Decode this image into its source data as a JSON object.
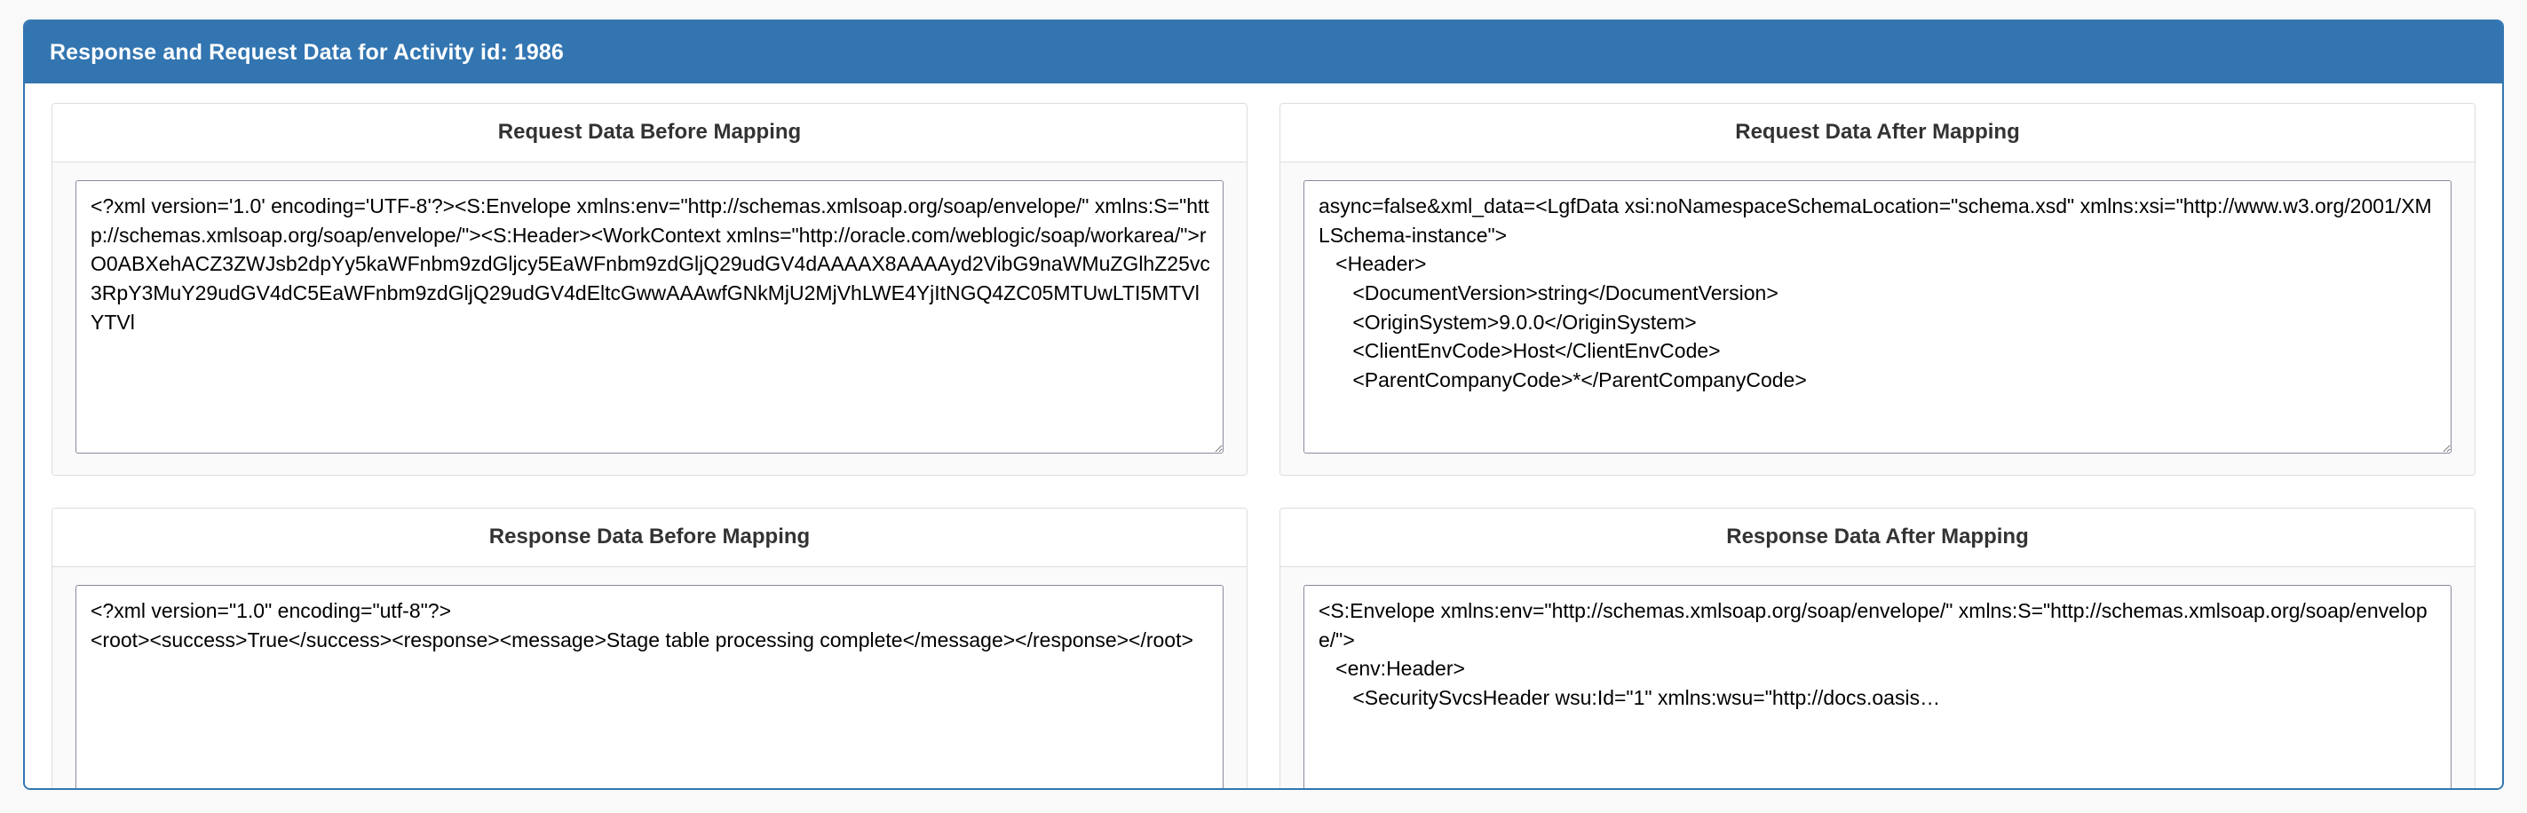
{
  "panel": {
    "title": "Response and Request Data for Activity id: 1986",
    "accent_color": "#3275B1",
    "header_text_color": "#ffffff",
    "border_color": "#3275B1"
  },
  "cards": [
    {
      "id": "request-before",
      "title": "Request Data Before Mapping",
      "value": "<?xml version='1.0' encoding='UTF-8'?><S:Envelope xmlns:env=\"http://schemas.xmlsoap.org/soap/envelope/\" xmlns:S=\"http://schemas.xmlsoap.org/soap/envelope/\"><S:Header><WorkContext xmlns=\"http://oracle.com/weblogic/soap/workarea/\">rO0ABXehACZ3ZWJsb2dpYy5kaWFnbm9zdGljcy5EaWFnbm9zdGljQ29udGV4dAAAAX8AAAAyd2VibG9naWMuZGlhZ25vc3RpY3MuY29udGV4dC5EaWFnbm9zdGljQ29udGV4dEltcGwwAAAwfGNkMjU2MjVhLWE4YjItNGQ4ZC05MTUwLTI5MTVlYTVl"
    },
    {
      "id": "request-after",
      "title": "Request Data After Mapping",
      "value": "async=false&xml_data=<LgfData xsi:noNamespaceSchemaLocation=\"schema.xsd\" xmlns:xsi=\"http://www.w3.org/2001/XMLSchema-instance\">\n   <Header>\n      <DocumentVersion>string</DocumentVersion>\n      <OriginSystem>9.0.0</OriginSystem>\n      <ClientEnvCode>Host</ClientEnvCode>\n      <ParentCompanyCode>*</ParentCompanyCode>"
    },
    {
      "id": "response-before",
      "title": "Response Data Before Mapping",
      "value": "<?xml version=\"1.0\" encoding=\"utf-8\"?>\n<root><success>True</success><response><message>Stage table processing complete</message></response></root>"
    },
    {
      "id": "response-after",
      "title": "Response Data After Mapping",
      "value": "<S:Envelope xmlns:env=\"http://schemas.xmlsoap.org/soap/envelope/\" xmlns:S=\"http://schemas.xmlsoap.org/soap/envelope/\">\n   <env:Header>\n      <SecuritySvcsHeader wsu:Id=\"1\" xmlns:wsu=\"http://docs.oasis…"
    }
  ],
  "icons": {
    "resize_handle": "resize-handle-icon"
  }
}
